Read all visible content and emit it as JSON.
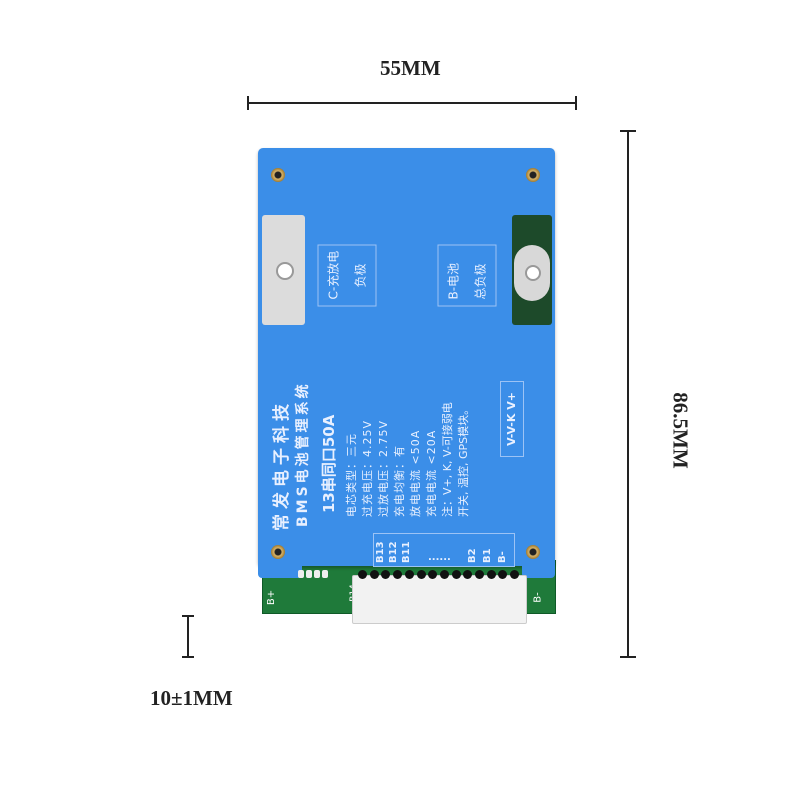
{
  "dimensions": {
    "width_label": "55MM",
    "height_label": "86.5MM",
    "thickness_label": "10±1MM"
  },
  "board": {
    "brand": "常发电子科技",
    "subtitle": "BMS电池管理系统",
    "model": "13串同口50A",
    "specs": [
      "电芯类型：三元",
      "过充电压：4.25V",
      "过放电压：2.75V",
      "充电均衡：有",
      "放电电流 <50A",
      "充电电流 <20A",
      "注：V+, K, V-可接弱电",
      "开关, 温控, GPS模块。"
    ],
    "c_terminal": [
      "C-充放电",
      "负极"
    ],
    "b_terminal": [
      "B-电池",
      "总负极"
    ],
    "control_pins": "V-V-K V+",
    "balance_pins": [
      "B13",
      "B12",
      "B11",
      "......",
      "B2",
      "B1",
      "B-"
    ],
    "pcb_labels": {
      "b_plus": "B+",
      "b_minus": "B-",
      "b14": "B14"
    }
  },
  "colors": {
    "board_blue": "#3b8ee8",
    "pcb_green": "#1f7a3a"
  }
}
